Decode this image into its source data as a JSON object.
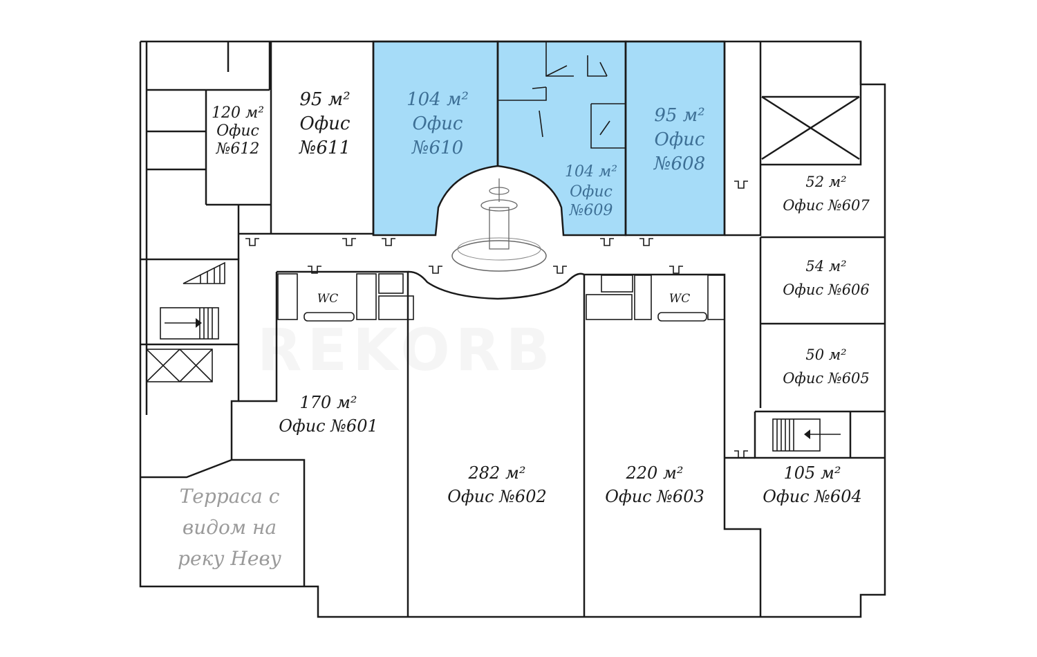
{
  "watermark": "REKORB",
  "offices": [
    {
      "id": "612",
      "area": "120 м²",
      "name": "Офис",
      "num": "№612",
      "highlight": false
    },
    {
      "id": "611",
      "area": "95 м²",
      "name": "Офис",
      "num": "№611",
      "highlight": false
    },
    {
      "id": "610",
      "area": "104 м²",
      "name": "Офис",
      "num": "№610",
      "highlight": true
    },
    {
      "id": "609",
      "area": "104 м²",
      "name": "Офис",
      "num": "№609",
      "highlight": true
    },
    {
      "id": "608",
      "area": "95 м²",
      "name": "Офис",
      "num": "№608",
      "highlight": true
    },
    {
      "id": "607",
      "area": "52 м²",
      "name": "Офис №607",
      "highlight": false
    },
    {
      "id": "606",
      "area": "54 м²",
      "name": "Офис №606",
      "highlight": false
    },
    {
      "id": "605",
      "area": "50 м²",
      "name": "Офис №605",
      "highlight": false
    },
    {
      "id": "604",
      "area": "105 м²",
      "name": "Офис №604",
      "highlight": false
    },
    {
      "id": "603",
      "area": "220 м²",
      "name": "Офис №603",
      "highlight": false
    },
    {
      "id": "602",
      "area": "282 м²",
      "name": "Офис №602",
      "highlight": false
    },
    {
      "id": "601",
      "area": "170 м²",
      "name": "Офис №601",
      "highlight": false
    }
  ],
  "wc": [
    "WC",
    "WC"
  ],
  "terrace": [
    "Терраса с",
    "видом на",
    "реку Неву"
  ],
  "colors": {
    "highlight": "#a6dcf8",
    "highlight_text": "#3d6f95",
    "wall": "#1a1a1a",
    "terrace_text": "#9a9a9a"
  }
}
